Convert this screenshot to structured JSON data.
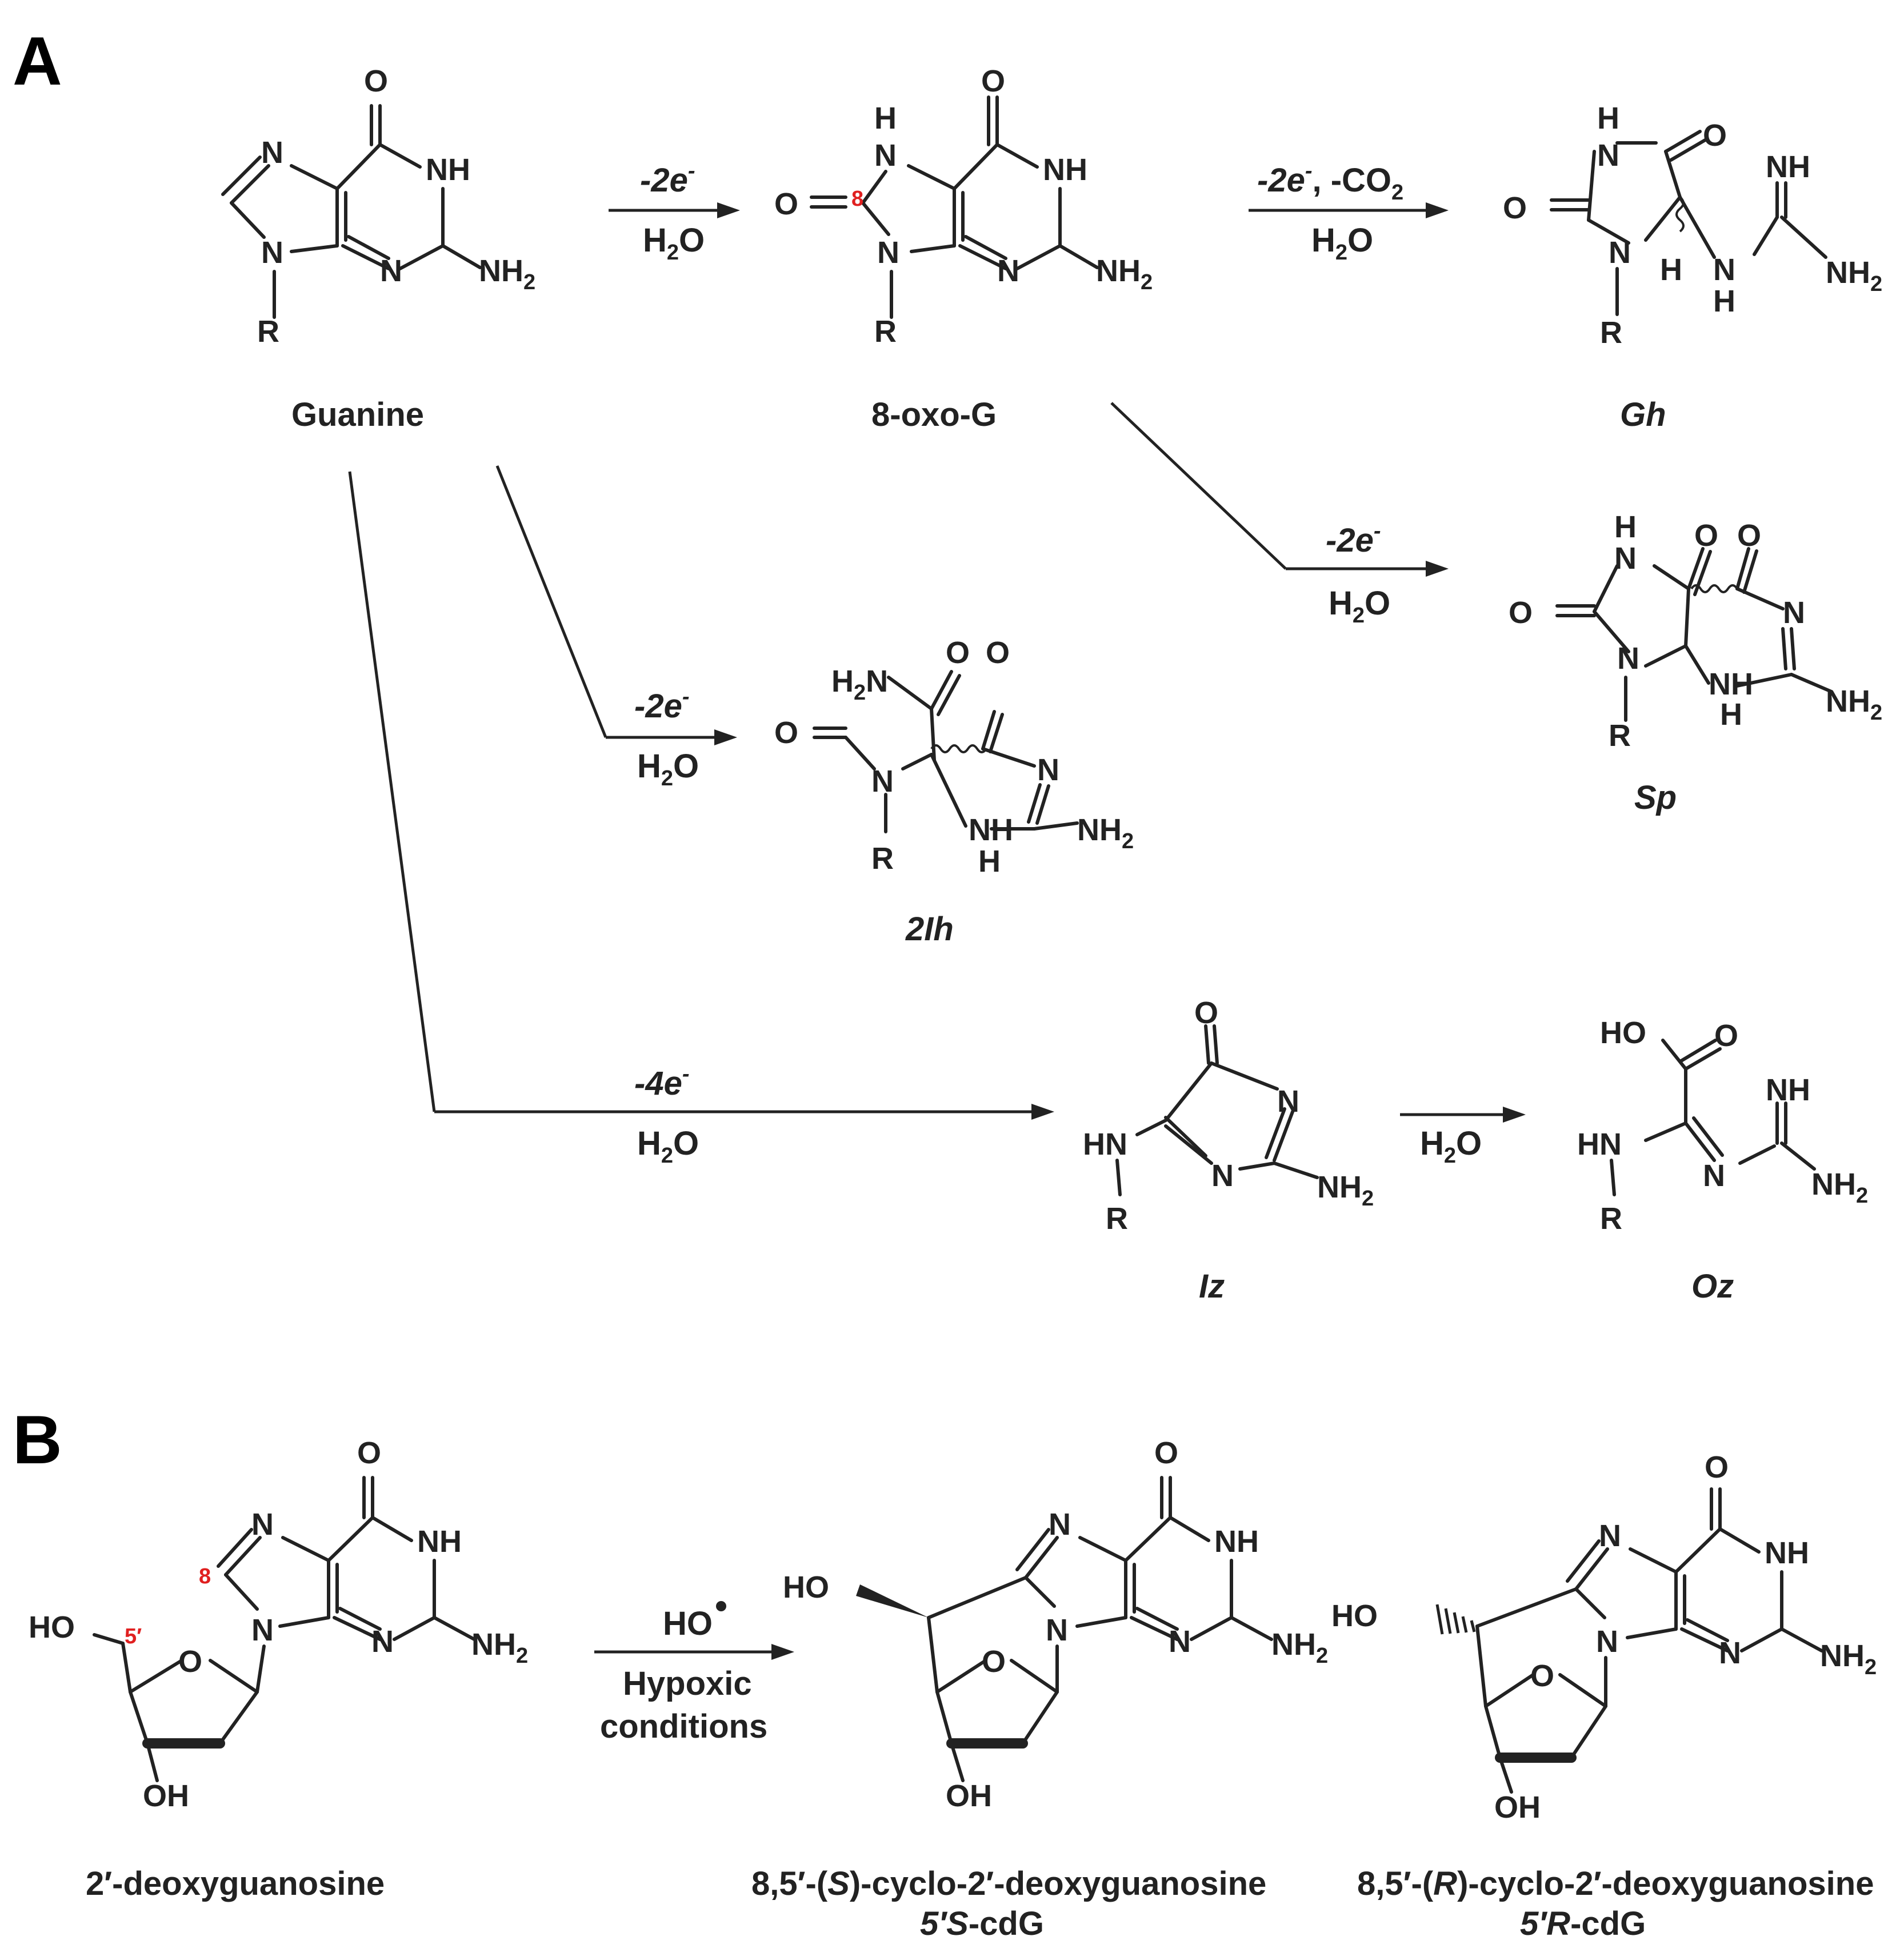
{
  "panels": {
    "a": "A",
    "b": "B"
  },
  "compounds": {
    "guanine": "Guanine",
    "oxog": "8-oxo-G",
    "gh": "Gh",
    "sp": "Sp",
    "ih": "2Ih",
    "iz": "Iz",
    "oz": "Oz",
    "dg": "2′-deoxyguanosine",
    "s_cdg": {
      "pre": "8,5′-(",
      "it": "S",
      "post": ")-cyclo-2′-deoxyguanosine",
      "short_it": "5′S",
      "short": "-cdG"
    },
    "r_cdg": {
      "pre": "8,5′-(",
      "it": "R",
      "post": ")-cyclo-2′-deoxyguanosine",
      "short_it": "5′R",
      "short": "-cdG"
    }
  },
  "conditions": {
    "minus_2e": "-2e",
    "minus_4e": "-4e",
    "superscript_minus": "-",
    "gh_cond": "-2e",
    "gh_cond_tail": ", -CO",
    "water_h": "H",
    "water_o": "O",
    "sub_2": "2",
    "hydroxyl_radical": "HO",
    "hypoxic": "Hypoxic",
    "conditions_word": "conditions"
  },
  "labels": {
    "position_8": "8",
    "position_5prime": "5′"
  },
  "atoms": {
    "O": "O",
    "N": "N",
    "NH": "NH",
    "H": "H",
    "R": "R",
    "HN": "HN",
    "NH2_main": "NH",
    "HO": "HO",
    "OH": "OH",
    "H2N_main": "H",
    "H2N_tail": "N",
    "HO_c": "HO"
  }
}
